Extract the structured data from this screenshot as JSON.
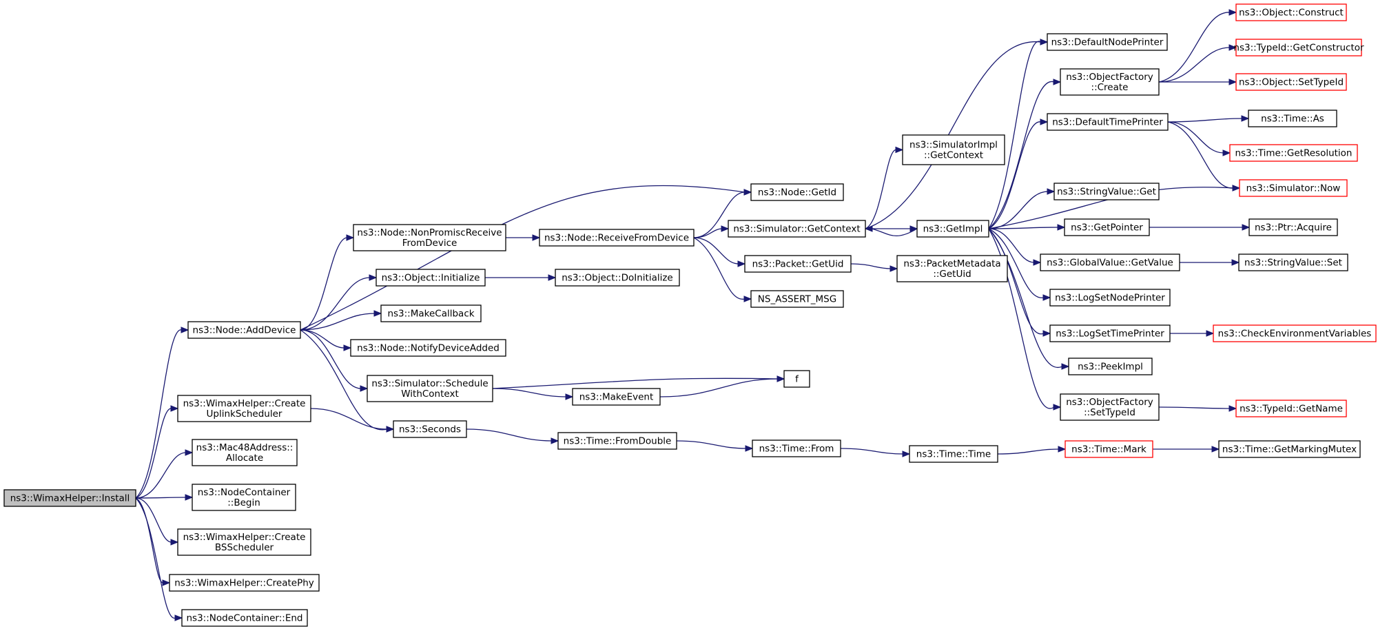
{
  "graph": {
    "nodes": [
      {
        "id": "install",
        "lines": [
          "ns3::WimaxHelper::Install"
        ],
        "kind": "root"
      },
      {
        "id": "adddevice",
        "lines": [
          "ns3::Node::AddDevice"
        ]
      },
      {
        "id": "createuplink",
        "lines": [
          "ns3::WimaxHelper::Create",
          "UplinkScheduler"
        ]
      },
      {
        "id": "mac48",
        "lines": [
          "ns3::Mac48Address::",
          "Allocate"
        ]
      },
      {
        "id": "ncbegin",
        "lines": [
          "ns3::NodeContainer",
          "::Begin"
        ]
      },
      {
        "id": "createbs",
        "lines": [
          "ns3::WimaxHelper::Create",
          "BSScheduler"
        ]
      },
      {
        "id": "createphy",
        "lines": [
          "ns3::WimaxHelper::CreatePhy"
        ]
      },
      {
        "id": "ncend",
        "lines": [
          "ns3::NodeContainer::End"
        ]
      },
      {
        "id": "nonpromisc",
        "lines": [
          "ns3::Node::NonPromiscReceive",
          "FromDevice"
        ]
      },
      {
        "id": "objinit",
        "lines": [
          "ns3::Object::Initialize"
        ]
      },
      {
        "id": "makecallback",
        "lines": [
          "ns3::MakeCallback"
        ]
      },
      {
        "id": "notifydevice",
        "lines": [
          "ns3::Node::NotifyDeviceAdded"
        ]
      },
      {
        "id": "schedulectx",
        "lines": [
          "ns3::Simulator::Schedule",
          "WithContext"
        ]
      },
      {
        "id": "seconds",
        "lines": [
          "ns3::Seconds"
        ]
      },
      {
        "id": "receivefromdevice",
        "lines": [
          "ns3::Node::ReceiveFromDevice"
        ]
      },
      {
        "id": "doinit",
        "lines": [
          "ns3::Object::DoInitialize"
        ]
      },
      {
        "id": "makeevent",
        "lines": [
          "ns3::MakeEvent"
        ]
      },
      {
        "id": "f",
        "lines": [
          "f"
        ]
      },
      {
        "id": "fromdouble",
        "lines": [
          "ns3::Time::FromDouble"
        ]
      },
      {
        "id": "nodegetid",
        "lines": [
          "ns3::Node::GetId"
        ]
      },
      {
        "id": "simgetcontext",
        "lines": [
          "ns3::Simulator::GetContext"
        ]
      },
      {
        "id": "packetgetuid",
        "lines": [
          "ns3::Packet::GetUid"
        ]
      },
      {
        "id": "nsassert",
        "lines": [
          "NS_ASSERT_MSG"
        ]
      },
      {
        "id": "timefrom",
        "lines": [
          "ns3::Time::From"
        ]
      },
      {
        "id": "simimplgetctx",
        "lines": [
          "ns3::SimulatorImpl",
          "::GetContext"
        ]
      },
      {
        "id": "getimpl",
        "lines": [
          "ns3::GetImpl"
        ]
      },
      {
        "id": "pmgetuid",
        "lines": [
          "ns3::PacketMetadata",
          "::GetUid"
        ]
      },
      {
        "id": "timetime",
        "lines": [
          "ns3::Time::Time"
        ]
      },
      {
        "id": "defaultnodeprinter",
        "lines": [
          "ns3::DefaultNodePrinter"
        ]
      },
      {
        "id": "ofcreate",
        "lines": [
          "ns3::ObjectFactory",
          "::Create"
        ]
      },
      {
        "id": "defaulttimeprinter",
        "lines": [
          "ns3::DefaultTimePrinter"
        ]
      },
      {
        "id": "stringvalueget",
        "lines": [
          "ns3::StringValue::Get"
        ]
      },
      {
        "id": "getpointer",
        "lines": [
          "ns3::GetPointer"
        ]
      },
      {
        "id": "globalvalueget",
        "lines": [
          "ns3::GlobalValue::GetValue"
        ]
      },
      {
        "id": "logsetnodeprinter",
        "lines": [
          "ns3::LogSetNodePrinter"
        ]
      },
      {
        "id": "logsettimeprinter",
        "lines": [
          "ns3::LogSetTimePrinter"
        ]
      },
      {
        "id": "peekimpl",
        "lines": [
          "ns3::PeekImpl"
        ]
      },
      {
        "id": "ofsettypeid",
        "lines": [
          "ns3::ObjectFactory",
          "::SetTypeId"
        ]
      },
      {
        "id": "timemark",
        "lines": [
          "ns3::Time::Mark"
        ],
        "kind": "truncated"
      },
      {
        "id": "objconstruct",
        "lines": [
          "ns3::Object::Construct"
        ],
        "kind": "truncated"
      },
      {
        "id": "typeidgetctor",
        "lines": [
          "ns3::TypeId::GetConstructor"
        ],
        "kind": "truncated"
      },
      {
        "id": "objsettypeid",
        "lines": [
          "ns3::Object::SetTypeId"
        ],
        "kind": "truncated"
      },
      {
        "id": "timeas",
        "lines": [
          "ns3::Time::As"
        ]
      },
      {
        "id": "timegetres",
        "lines": [
          "ns3::Time::GetResolution"
        ],
        "kind": "truncated"
      },
      {
        "id": "simnow",
        "lines": [
          "ns3::Simulator::Now"
        ],
        "kind": "truncated"
      },
      {
        "id": "ptracquire",
        "lines": [
          "ns3::Ptr::Acquire"
        ]
      },
      {
        "id": "stringvalueset",
        "lines": [
          "ns3::StringValue::Set"
        ]
      },
      {
        "id": "checkenv",
        "lines": [
          "ns3::CheckEnvironmentVariables"
        ],
        "kind": "truncated"
      },
      {
        "id": "typeidgetname",
        "lines": [
          "ns3::TypeId::GetName"
        ],
        "kind": "truncated"
      },
      {
        "id": "getmarkingmutex",
        "lines": [
          "ns3::Time::GetMarkingMutex"
        ]
      }
    ]
  }
}
